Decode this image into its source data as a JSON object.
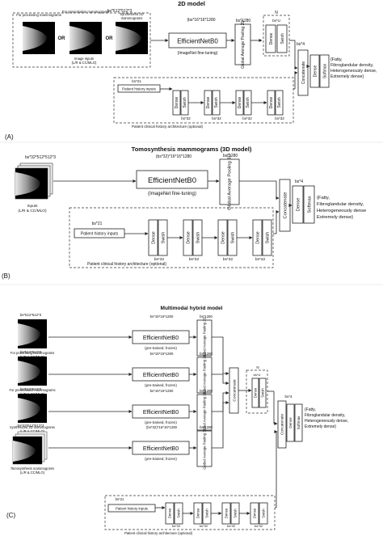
{
  "panel_a": {
    "letter": "(A)",
    "title": "2D model",
    "shape_top": "bs*512*512*3",
    "img1": "For processing mammograms",
    "img2": "For presentation mammograms",
    "img3a": "Synthesized 2D",
    "img3b": "mammograms",
    "or": "OR",
    "inputs_a": "Image inputs",
    "inputs_b": "(L/R & CC/MLO)",
    "shape_enet": "(bs*16*16*1280",
    "effnet": "EfficientNetB0",
    "finetune": "(ImageNet fine-tuning)",
    "shape_gap": "bs*1280",
    "gap": "Global Average Pooling 2D",
    "shape_n": "N",
    "shape_bsu": "bs*U",
    "dense": "Dense",
    "swish": "Swish",
    "shape_bs4": "bs*4",
    "concat": "Concatenate",
    "softmax": "Softmax",
    "out1": "{Fatty,",
    "out2": "Fibroglandular density,",
    "out3": "Heterogeneously dense,",
    "out4": "Extremely dense}",
    "shape_bs21": "bs*21",
    "history": "Patient history inputs",
    "shape_bs32": "bs*32",
    "clinical": "Patient clinical history architecture (optional)"
  },
  "panel_b": {
    "letter": "(B)",
    "title": "Tomosynthesis mammograms (3D model)",
    "shape_top": "bs*32*512*512*3",
    "inputs_a": "Inputs",
    "inputs_b": "(L/R & CC/MLO)",
    "shape_enet": "(bs*32)*16*16*1280",
    "effnet": "EfficientNetB0",
    "finetune": "(ImageNet fine-tuning)",
    "shape_gap": "bs*1280",
    "gap": "Global Average Pooling 3D",
    "shape_bs4": "bs*4",
    "concat": "Concatenate",
    "dense": "Dense",
    "swish": "Swish",
    "softmax": "Softmax",
    "out1": "{Fatty,",
    "out2": "Fibroglandular density,",
    "out3": "Heterogeneously dense",
    "out4": "Extremely dense}",
    "shape_bs21": "bs*21",
    "history": "Patient history inputs",
    "shape_bs32": "bs*32",
    "clinical": "Patient clinical history architecture (optional)"
  },
  "panel_c": {
    "letter": "(C)",
    "title": "Multimodal hybrid model",
    "rows": [
      {
        "shape": "bs*512*512*3",
        "caption": "For processing mammograms",
        "sub": "(L/R & CC/MLO)",
        "enet_shape": "bs*16*16*1280",
        "gap_shape": "bs*1280",
        "gap": "Global Average Pooling 2D"
      },
      {
        "shape": "bs*512*512*3",
        "caption": "For presentation mammograms",
        "sub": "(L/R & CC/MLO)",
        "enet_shape": "bs*16*16*1280",
        "gap_shape": "bs*1280",
        "gap": "Global Average Pooling 2D"
      },
      {
        "shape": "bs*512*512*3",
        "caption": "Synthesized 2D mammograms",
        "sub": "(L/R & CC/MLO)",
        "enet_shape": "bs*16*16*1280",
        "gap_shape": "bs*1280",
        "gap": "Global Average Pooling 2D"
      },
      {
        "shape": "bs*32*512*512*3",
        "caption": "Tomosynthesis mammograms",
        "sub": "(L/R & CC/MLO)",
        "enet_shape": "(bs*32)*16*16*1280",
        "gap_shape": "bs*1280",
        "gap": "Global Average Pooling 3D"
      }
    ],
    "effnet": "EfficientNetB0",
    "frozen": "(pre-trained, frozen)",
    "concat": "Concatenate",
    "shape_n": "N",
    "shape_bsu": "bs*U",
    "dense": "Dense",
    "swish": "Swish",
    "shape_bs4": "bs*4",
    "softmax": "Softmax",
    "out1": "{Fatty,",
    "out2": "Fibroglandular density,",
    "out3": "Heterogeneously dense,",
    "out4": "Extremely dense}",
    "shape_bs21": "bs*21",
    "history": "Patient history inputs",
    "shape_bs32": "bs*32",
    "clinical": "Patient clinical history architecture (optional)"
  }
}
